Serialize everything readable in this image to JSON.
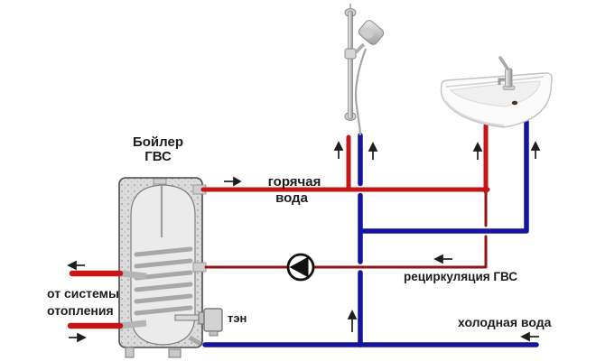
{
  "colors": {
    "hot": "#c41616",
    "hotdark": "#8f1414",
    "cold": "#14149c",
    "ink": "#1e1e1e",
    "shell": "#dcdcdc",
    "metal": "#b5b5b5"
  },
  "labels": {
    "boiler_line1": "Бойлер",
    "boiler_line2": "ГВС",
    "hot_line1": "горячая",
    "hot_line2": "вода",
    "recirculation": "рециркуляция ГВС",
    "cold": "холодная вода",
    "heating_line1": "от системы",
    "heating_line2": "отопления",
    "heater": "тэн"
  },
  "icons": {
    "boiler": "boiler-tank-icon",
    "coil": "heat-exchanger-coil-icon",
    "heater": "heating-element-icon",
    "pump": "circulation-pump-icon",
    "shower": "shower-icon",
    "sink": "sink-icon",
    "arrows": "flow-arrow-icon"
  }
}
